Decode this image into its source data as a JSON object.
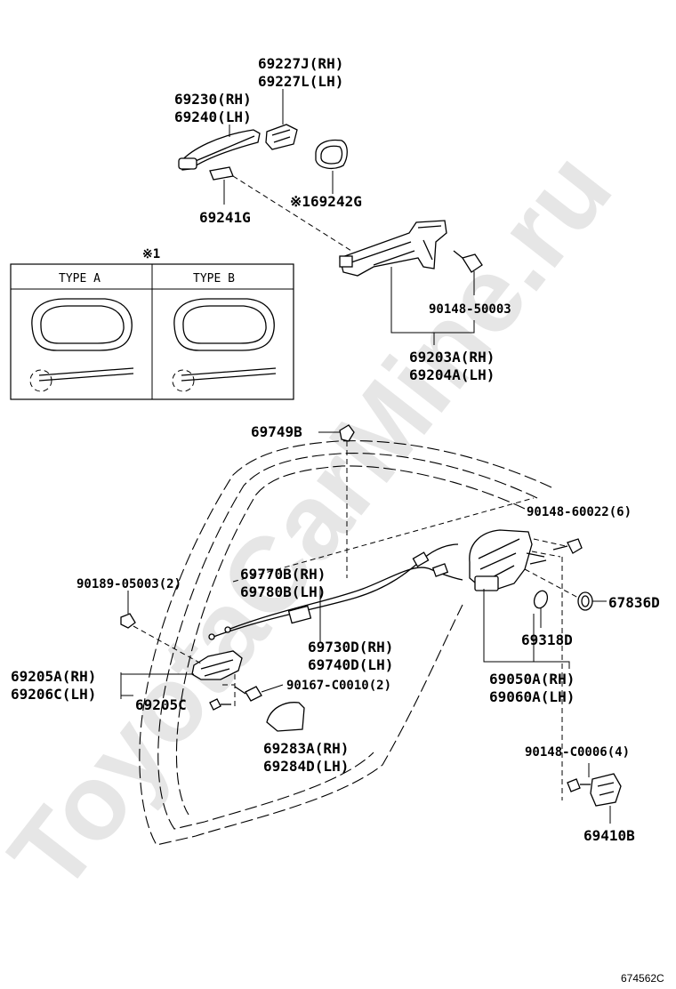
{
  "watermark": "ToyotaCarMine.ru",
  "diagram_code": "674562C",
  "note_mark": "※1",
  "type_a_label": "TYPE  A",
  "type_b_label": "TYPE  B",
  "labels": {
    "p69227J": "69227J(RH)",
    "p69227L": "69227L(LH)",
    "p69230": "69230(RH)",
    "p69240": "69240(LH)",
    "p69241G": "69241G",
    "p69242G": "※169242G",
    "p90148_50003": "90148-50003",
    "p69203A": "69203A(RH)",
    "p69204A": "69204A(LH)",
    "p69749B": "69749B",
    "p90148_60022": "90148-60022(6)",
    "p90189_05003": "90189-05003(2)",
    "p69770B": "69770B(RH)",
    "p69780B": "69780B(LH)",
    "p67836D": "67836D",
    "p69730D": "69730D(RH)",
    "p69740D": "69740D(LH)",
    "p69318D": "69318D",
    "p69205A": "69205A(RH)",
    "p69206C": "69206C(LH)",
    "p90167_C0010": "90167-C0010(2)",
    "p69050A": "69050A(RH)",
    "p69060A": "69060A(LH)",
    "p69205C": "69205C",
    "p69283A": "69283A(RH)",
    "p69284D": "69284D(LH)",
    "p90148_C0006": "90148-C0006(4)",
    "p69410B": "69410B"
  }
}
